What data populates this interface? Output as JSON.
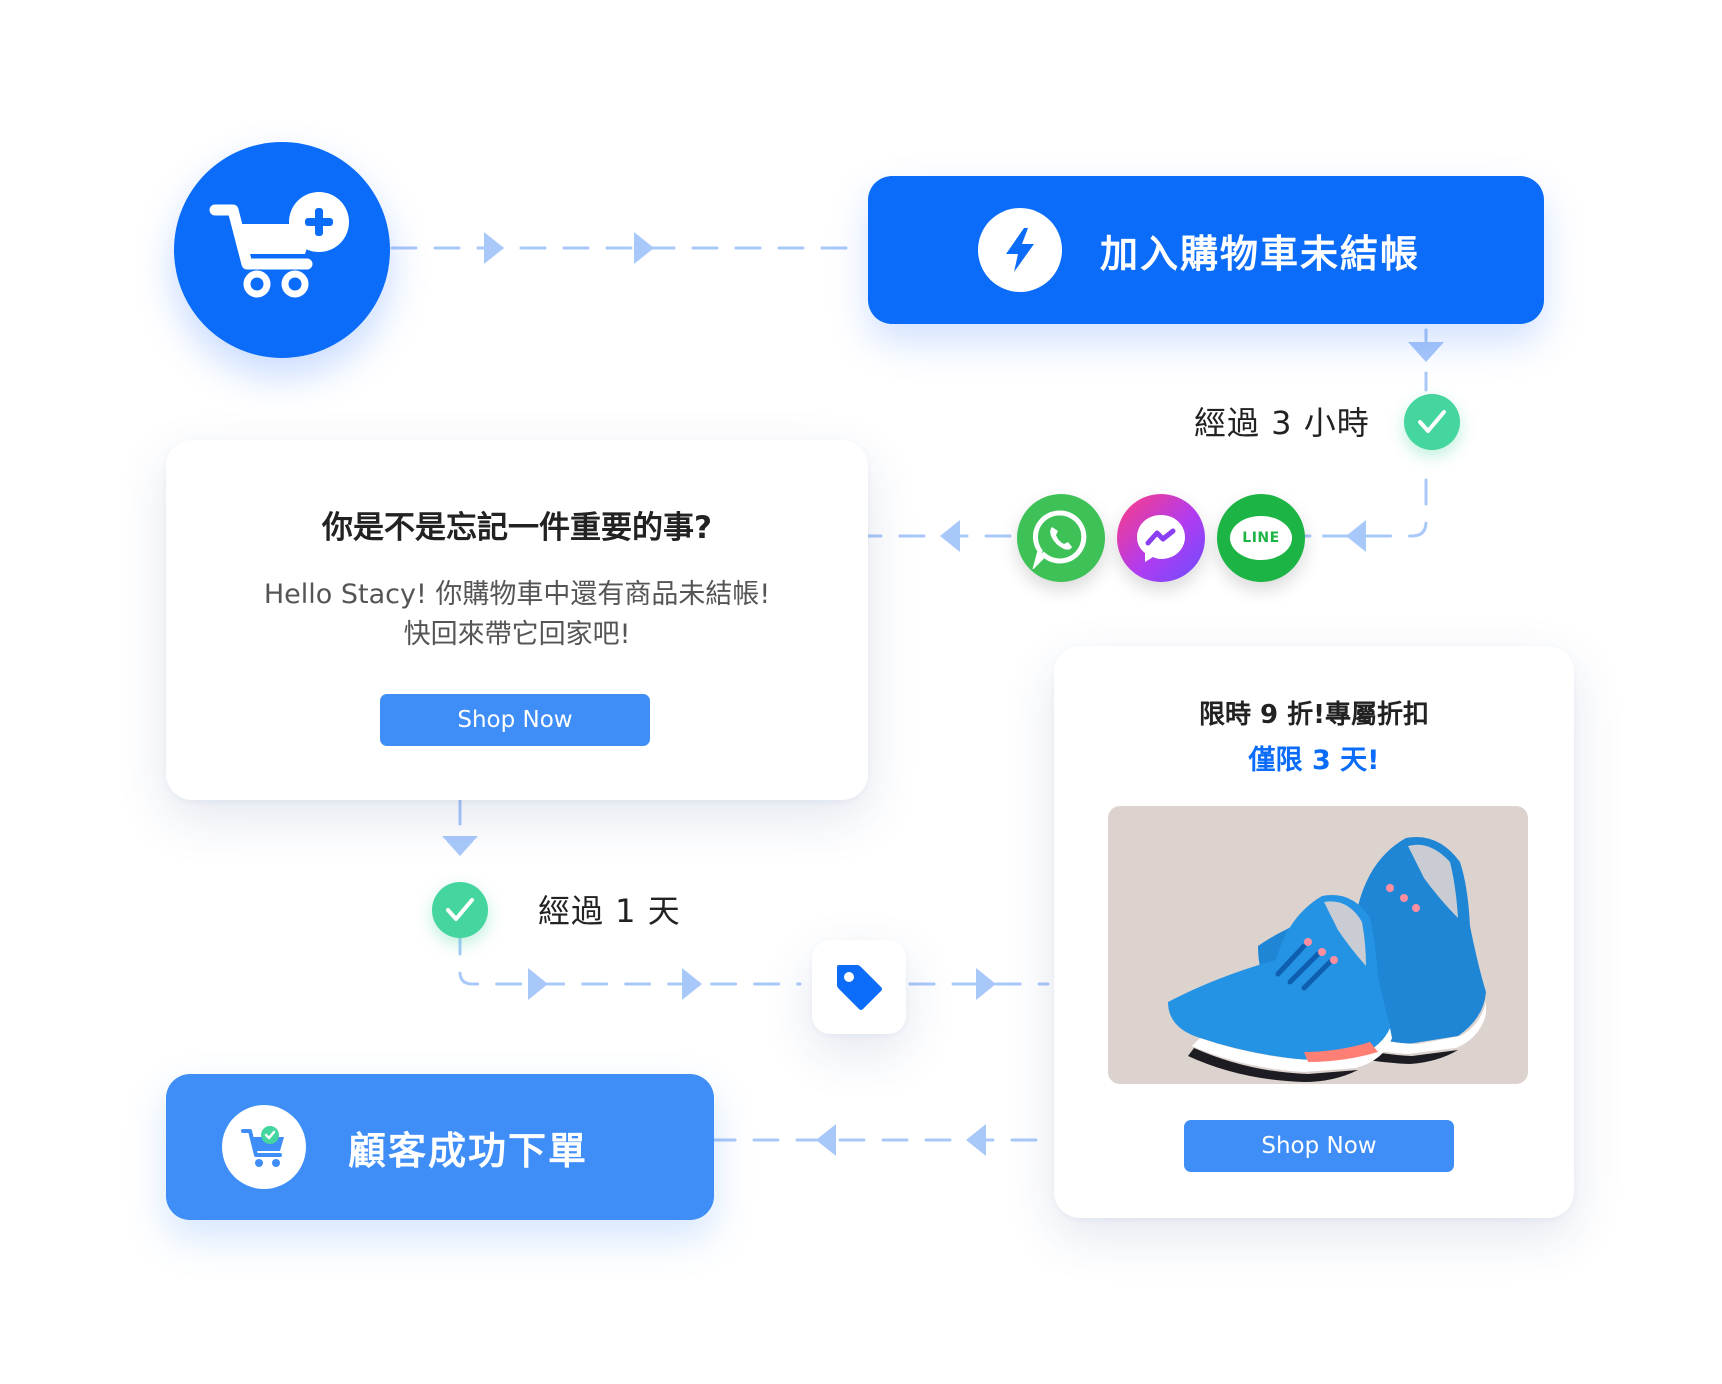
{
  "trigger": {
    "label": "加入購物車未結帳",
    "color": "#0a6cf8"
  },
  "wait_1": {
    "label": "經過 3 小時"
  },
  "message_card": {
    "title": "你是不是忘記一件重要的事?",
    "body_line1": "Hello Stacy! 你購物車中還有商品未結帳!",
    "body_line2": "快回來帶它回家吧!",
    "button_label": "Shop Now"
  },
  "channels": {
    "line_label": "LINE"
  },
  "wait_2": {
    "label": "經過 1 天"
  },
  "offer_card": {
    "title": "限時 9 折!專屬折扣",
    "subtitle": "僅限 3 天!",
    "button_label": "Shop Now",
    "accent_color": "#0a6cf8"
  },
  "outcome": {
    "label": "顧客成功下單",
    "color": "#3f8ef7"
  },
  "icons": {
    "cart": "cart-plus-icon",
    "bolt": "lightning-bolt-icon",
    "check": "checkmark-icon",
    "tag": "price-tag-icon",
    "order": "cart-check-icon"
  },
  "colors": {
    "connector": "#a9c8fa",
    "check": "#45d59e"
  }
}
